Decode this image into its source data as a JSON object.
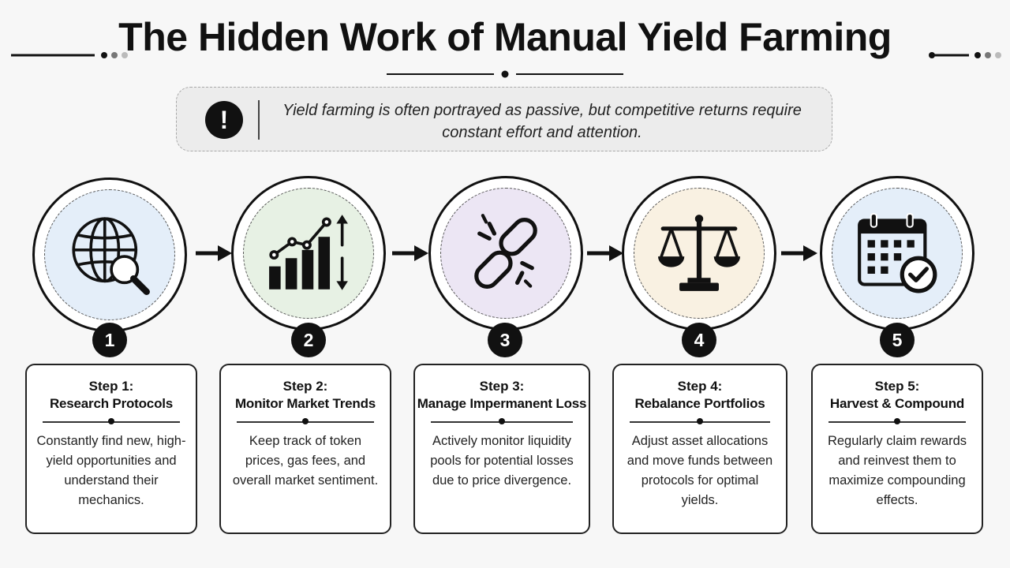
{
  "title": "The Hidden Work of Manual Yield Farming",
  "callout": {
    "icon": "exclamation-icon",
    "text": "Yield farming is often portrayed as passive, but competitive returns require constant effort and attention."
  },
  "steps": [
    {
      "number": "1",
      "step_label": "Step 1:",
      "name": "Research Protocols",
      "description": "Constantly find new, high-yield opportunities and understand their mechanics.",
      "icon": "globe-search-icon",
      "tint": "#e4eef9"
    },
    {
      "number": "2",
      "step_label": "Step 2:",
      "name": "Monitor Market Trends",
      "description": "Keep track of token prices, gas fees, and overall market sentiment.",
      "icon": "chart-trend-icon",
      "tint": "#e7f1e4"
    },
    {
      "number": "3",
      "step_label": "Step 3:",
      "name": "Manage Impermanent Loss",
      "description": "Actively monitor liquidity pools for potential losses due to price divergence.",
      "icon": "broken-link-icon",
      "tint": "#ece6f4"
    },
    {
      "number": "4",
      "step_label": "Step 4:",
      "name": "Rebalance Portfolios",
      "description": "Adjust asset allocations and move funds between protocols for optimal yields.",
      "icon": "balance-scale-icon",
      "tint": "#f9f1e2"
    },
    {
      "number": "5",
      "step_label": "Step 5:",
      "name": "Harvest & Compound",
      "description": "Regularly claim rewards and reinvest them to maximize compounding effects.",
      "icon": "calendar-check-icon",
      "tint": "#e4eef9"
    }
  ]
}
